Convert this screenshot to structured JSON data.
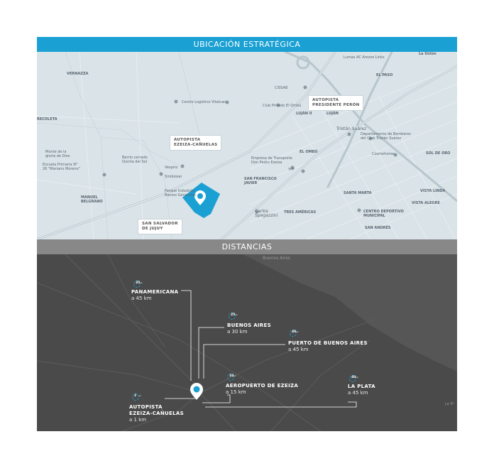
{
  "header": {
    "title": "UBICACIÓN ESTRATÉGICA"
  },
  "section2": {
    "title": "DISTANCIAS"
  },
  "top_map": {
    "callouts": {
      "presidente_peron": [
        "AUTOPISTA",
        "PRESIDENTE PERÓN"
      ],
      "ezeiza_canuelas": [
        "AUTOPISTA",
        "EZEIZA-CAÑUELAS"
      ],
      "san_salvador": [
        "SAN SALVADOR",
        "DE JUJUY"
      ]
    },
    "labels": {
      "vernazza": "VERNAZZA",
      "recoleta": "RECOLETA",
      "manuel_belgrano": [
        "MANUEL",
        "BELGRANO"
      ],
      "monte_gloria": [
        "Monte de la",
        "gloria de Dios"
      ],
      "escuela": [
        "Escuela Primaria N°",
        "26 \"Mariano Moreno\""
      ],
      "barrio_cerrado": [
        "Barrio cerrado",
        "Quinta del Sol"
      ],
      "centro_logistico": "Centro Logístico Vitalcan",
      "club_privado": "Club Privado El Ombú",
      "cissab": "CISSAB",
      "lumas": "Lumas AC Arezzo Links",
      "el_paso": "EL PASO",
      "la_union": "La Unión",
      "lujan2": "LUJÁN II",
      "lujan": "LUJÁN",
      "tristan_suarez": "Tristán Suárez",
      "departamento": [
        "Departamento de Bomberos",
        "del Club Tristán Suárez"
      ],
      "cosmohome": "Cosmohome",
      "sol_de_oro": "SOL DE ORO",
      "el_ombu": "EL OMBÚ",
      "empresa": [
        "Empresa de Transporte",
        "Don Pedro Ezeiza"
      ],
      "ypf": "YPF",
      "vespro": "Vesprio",
      "simbiosei": "Simbiosei",
      "parque": [
        "Parque Industrial",
        "Ramos Generales"
      ],
      "san_francisco": [
        "SAN FRANCISCO",
        "JAVIER"
      ],
      "carlos": [
        "Carlos",
        "Spegazzini"
      ],
      "tres_americas": "TRES AMÉRICAS",
      "santa_marta": "SANTA MARTA",
      "vista_linda": "VISTA LINDA",
      "vista_alegre": "VISTA ALEGRE",
      "centro_deportivo": [
        "CENTRO DEPORTIVO",
        "MUNICIPAL"
      ],
      "san_andres": "SAN ANDRÉS"
    }
  },
  "bottom_map": {
    "city_labels": {
      "buenos_aires": "Buenos Aires",
      "la_plata": "La Pl"
    },
    "destinations": [
      {
        "key": "panamericana",
        "badge": "35",
        "name": "PANAMERICANA",
        "distance": "a 45 km"
      },
      {
        "key": "buenos_aires",
        "badge": "25",
        "name": "BUENOS AIRES",
        "distance": "a 30 km"
      },
      {
        "key": "puerto",
        "badge": "40",
        "name": "PUERTO DE BUENOS AIRES",
        "distance": "a 45 km"
      },
      {
        "key": "aeropuerto",
        "badge": "10",
        "name": "AEROPUERTO DE EZEIZA",
        "distance": "a 15 km"
      },
      {
        "key": "la_plata",
        "badge": "40",
        "name": "LA PLATA",
        "distance": "a 45 km"
      },
      {
        "key": "autopista",
        "badge": "2",
        "name_lines": [
          "AUTOPISTA",
          "EZEIZA-CAÑUELAS"
        ],
        "distance": "a 1 km"
      }
    ],
    "badge_unit": "min"
  },
  "colors": {
    "accent": "#1aa0d3",
    "map_light": "#d9e3e8",
    "map_dark": "#4a4a4a",
    "divider": "#888888"
  }
}
